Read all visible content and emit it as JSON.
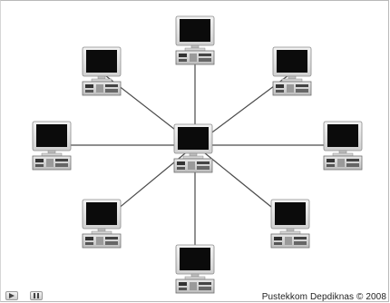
{
  "diagram": {
    "type": "star-network-topology",
    "hub": "computer",
    "nodes": [
      "computer-top",
      "computer-top-right",
      "computer-right",
      "computer-bottom-right",
      "computer-bottom",
      "computer-bottom-left",
      "computer-left",
      "computer-top-left"
    ]
  },
  "footer": {
    "copyright": "Pustekkom Depdiknas © 2008"
  },
  "controls": {
    "play_icon": "play-icon",
    "pause_icon": "pause-icon"
  },
  "colors": {
    "screen": "#0b0b0b",
    "monitor_frame": "#e6e6e6",
    "cable": "#4a4a4a"
  }
}
